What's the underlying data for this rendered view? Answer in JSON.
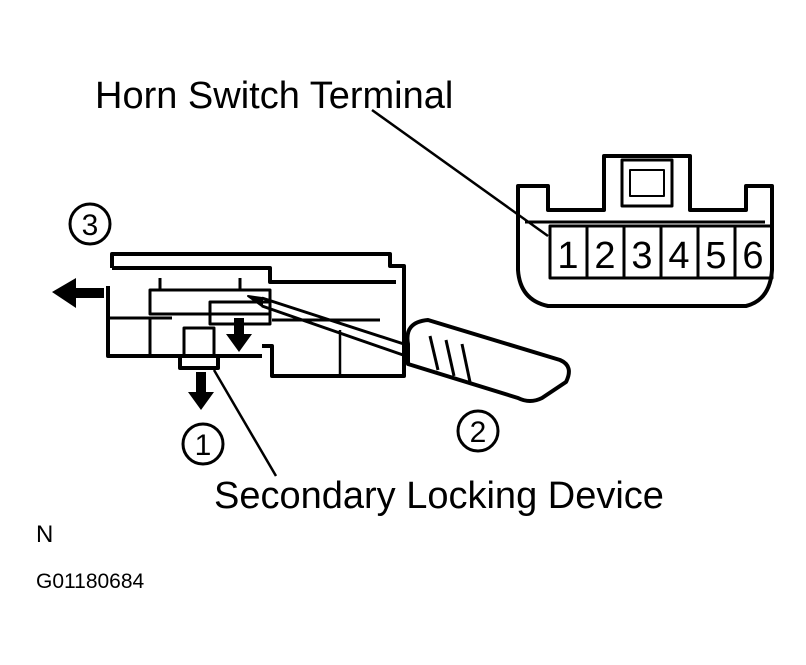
{
  "diagram": {
    "title_label": "Horn Switch Terminal",
    "callout_label": "Secondary Locking Device",
    "connector_pins": [
      "1",
      "2",
      "3",
      "4",
      "5",
      "6"
    ],
    "steps": [
      "1",
      "2",
      "3"
    ],
    "corner_letter": "N",
    "figure_code": "G01180684"
  }
}
